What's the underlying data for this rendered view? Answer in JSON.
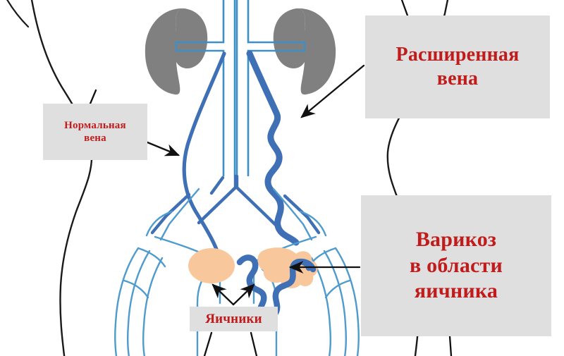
{
  "diagram": {
    "title": "Varicose veins of the ovarian region — anatomical diagram",
    "language": "ru",
    "background_color": "#ffffff",
    "colors": {
      "label_box_background": "#dfdfe0",
      "label_text_red": "#c01c1c",
      "kidney_gray": "#808080",
      "ovary_peach": "#f8c89c",
      "vein_dark_blue": "#3f6fb5",
      "vessel_light_blue": "#5aa8d6",
      "body_outline_black": "#1a1a1a",
      "leader_line_black": "#111111"
    },
    "labels": [
      {
        "id": "dilated-vein",
        "lines": [
          "Расширенная",
          "вена"
        ],
        "points_to": "dilated-ovarian-vein"
      },
      {
        "id": "normal-vein",
        "lines": [
          "Нормальная",
          "вена"
        ],
        "points_to": "normal-ovarian-vein"
      },
      {
        "id": "ovarian-varicose",
        "lines": [
          "Варикоз",
          "в области",
          "яичника"
        ],
        "points_to": "varicose-plexus"
      },
      {
        "id": "ovaries",
        "lines": [
          "Яичники"
        ],
        "points_to": "ovary-left-and-right"
      }
    ],
    "anatomy": [
      {
        "id": "kidney-left",
        "name": "почка (левая)",
        "color": "#808080"
      },
      {
        "id": "kidney-right",
        "name": "почка (правая)",
        "color": "#808080"
      },
      {
        "id": "ovary-left",
        "name": "яичник",
        "color": "#f8c89c"
      },
      {
        "id": "ovary-right",
        "name": "яичник",
        "color": "#f8c89c"
      },
      {
        "id": "normal-ovarian-vein",
        "name": "нормальная вена",
        "color": "#3f6fb5"
      },
      {
        "id": "dilated-ovarian-vein",
        "name": "расширенная вена",
        "color": "#3f6fb5"
      },
      {
        "id": "varicose-plexus",
        "name": "варикоз",
        "color": "#3f6fb5"
      }
    ]
  }
}
